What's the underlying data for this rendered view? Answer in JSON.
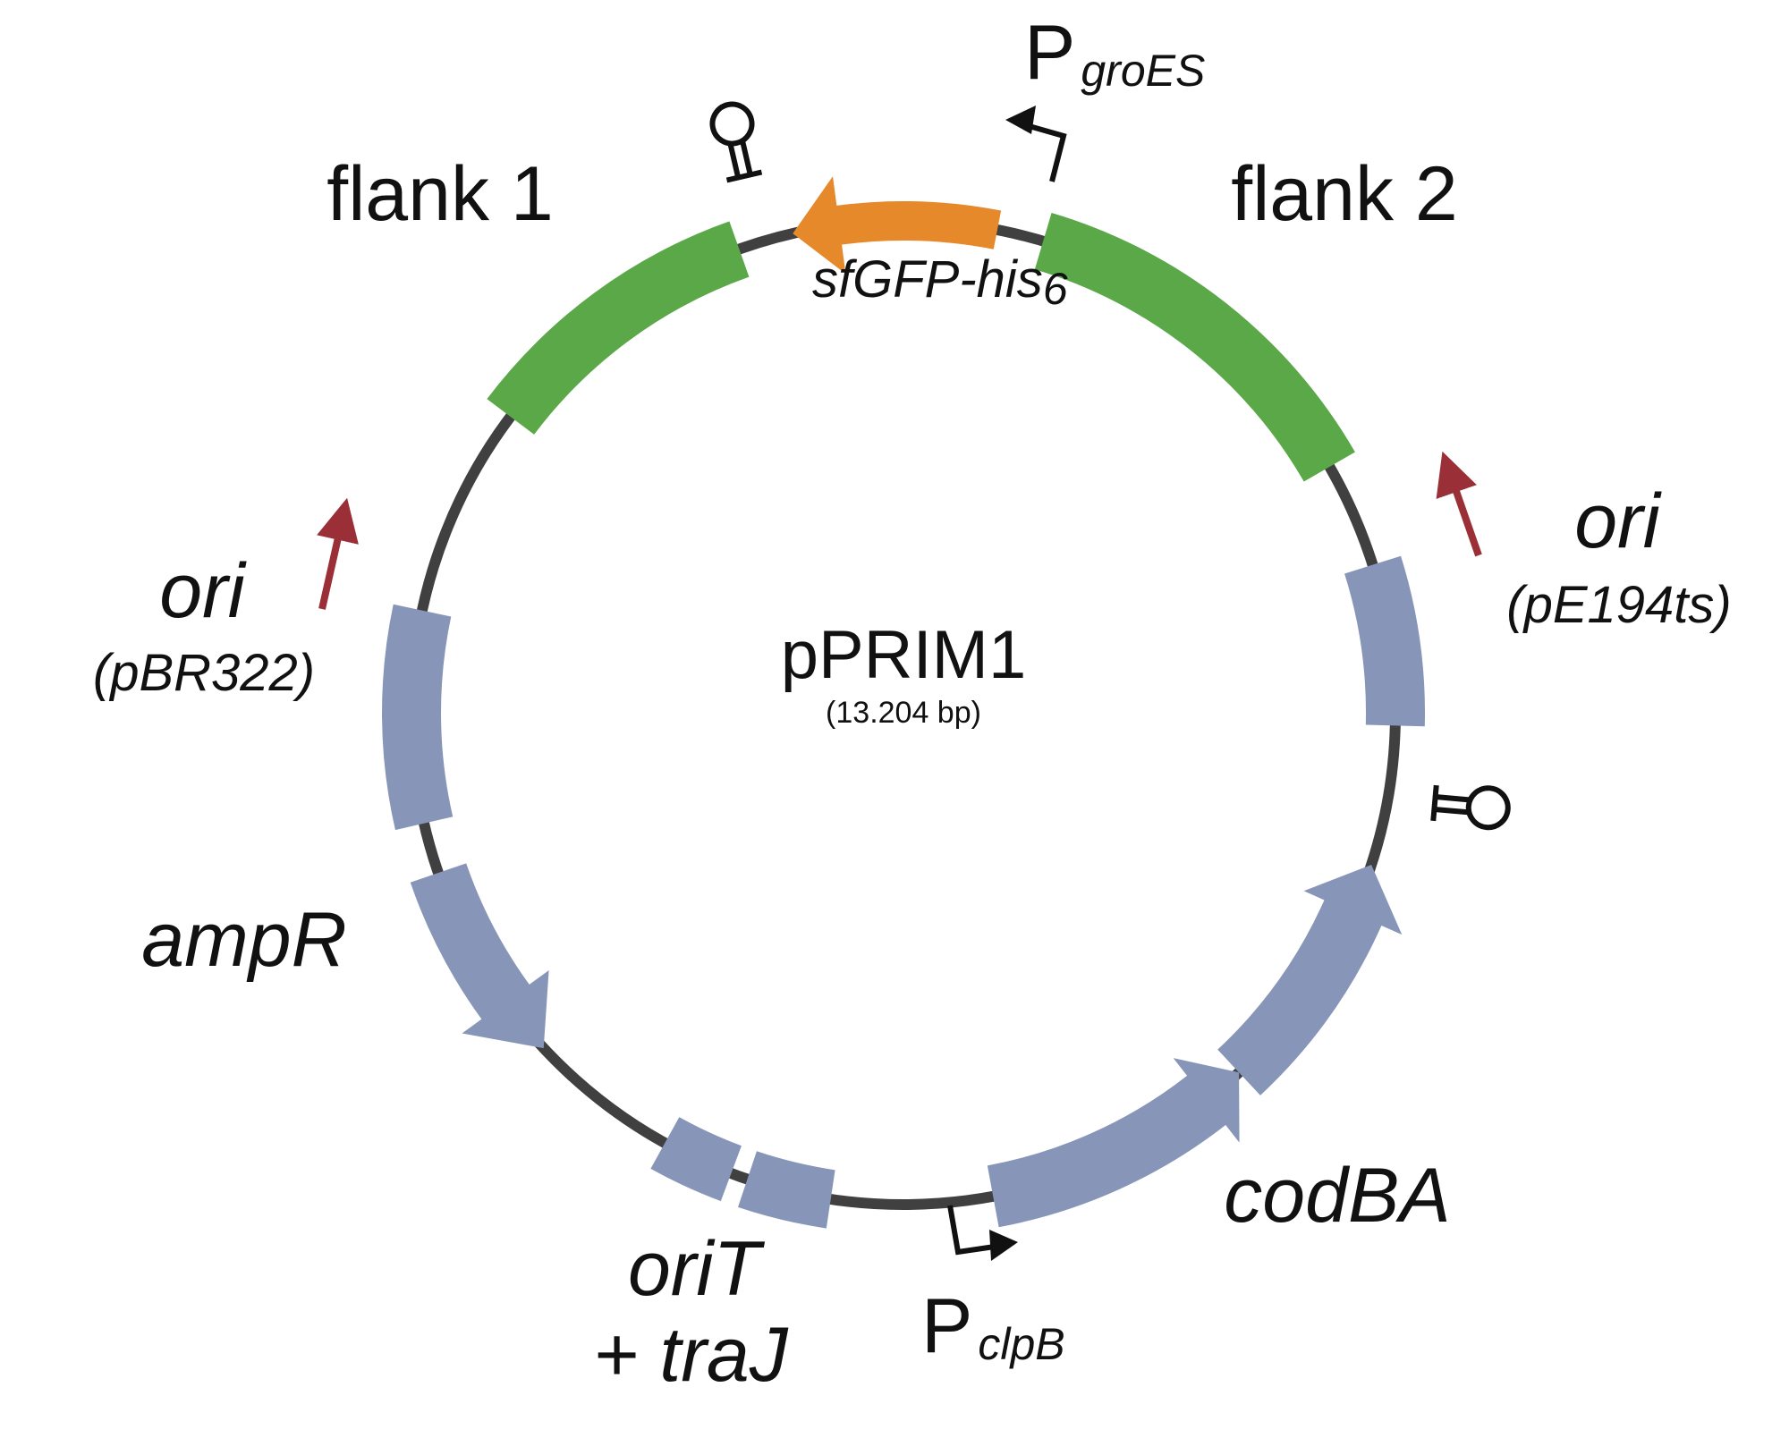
{
  "plasmid": {
    "name": "pPRIM1",
    "size": "(13.204 bp)"
  },
  "features": {
    "flank1": {
      "label": "flank 1",
      "color": "#5aa847"
    },
    "flank2": {
      "label": "flank 2",
      "color": "#5aa847"
    },
    "sfgfp": {
      "label": "sfGFP-his",
      "subscript": "6",
      "color": "#e6892b"
    },
    "ori_pe194ts": {
      "label": "ori",
      "sublabel": "(pE194ts)",
      "color": "#8796b8"
    },
    "ori_pbr322": {
      "label": "ori",
      "sublabel": "(pBR322)",
      "color": "#8796b8"
    },
    "ampr": {
      "label": "ampR",
      "color": "#8796b8"
    },
    "orit_traj": {
      "label_line1": "oriT",
      "label_line2": "+ traJ",
      "color": "#8796b8"
    },
    "codba": {
      "label": "codBA",
      "color": "#8796b8"
    }
  },
  "promoters": {
    "groes": {
      "label": "P",
      "subscript": "groES"
    },
    "clpb": {
      "label": "P",
      "subscript": "clpB"
    }
  },
  "colors": {
    "backbone": "#404040",
    "replication_arrow": "#9b2f37"
  },
  "icons": {
    "terminator": "terminator-icon",
    "promoter": "promoter-arrow-icon",
    "replication_direction": "replication-arrow-icon"
  }
}
